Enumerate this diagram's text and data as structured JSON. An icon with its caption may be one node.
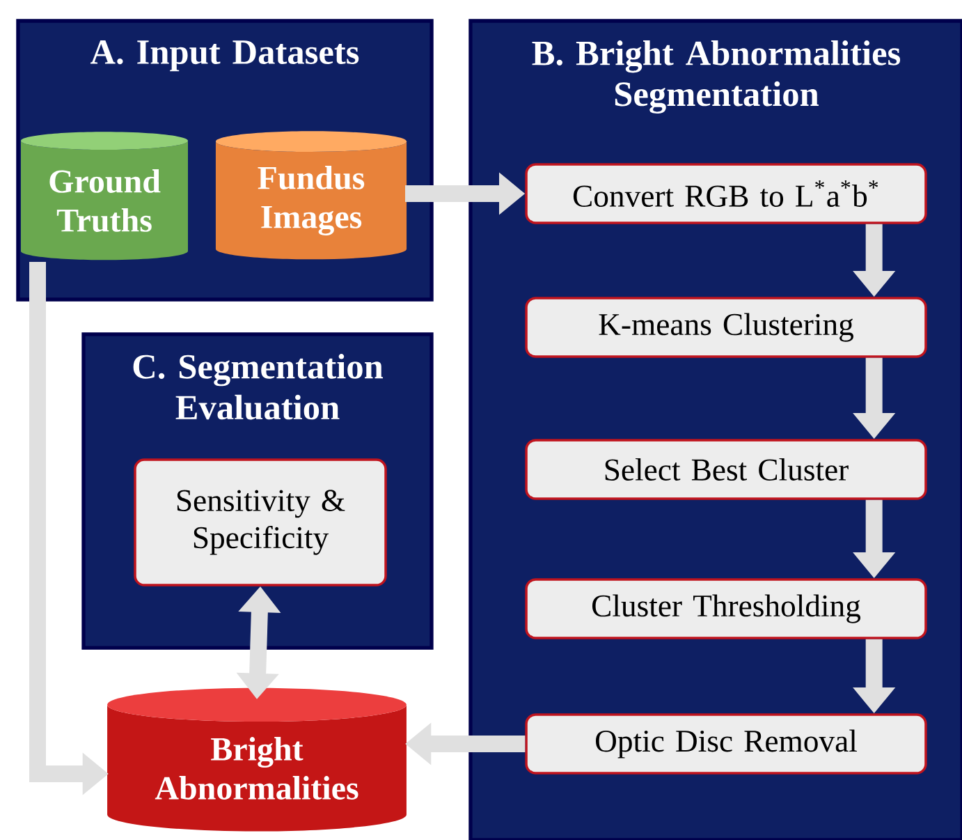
{
  "diagram": {
    "nodes": [
      {
        "text": [
          "A. Input Datasets"
        ]
      },
      {
        "text": [
          "Ground Truths"
        ],
        "in": 0
      },
      {
        "text": [
          "Fundus Images"
        ],
        "in": 0
      },
      {
        "text": [
          "B. Bright Abnormalities Segmentation"
        ]
      },
      {
        "text": [
          "Convert RGB to L$^{*}$a$^{*}$b$^{*}$"
        ],
        "in": 3
      },
      {
        "text": [
          "K-means Clustering"
        ],
        "in": 3
      },
      {
        "text": [
          "Select Best Cluster"
        ],
        "in": 3
      },
      {
        "text": [
          "Cluster Thresholding"
        ],
        "in": 3
      },
      {
        "text": [
          "Optic Disc Removal"
        ],
        "in": 3
      },
      {
        "text": [
          "C. Segmentation Evaluation"
        ]
      },
      {
        "text": [
          "Sensitivity & Specificity"
        ],
        "in": 9
      },
      {
        "text": [
          "Bright Abnormalities"
        ]
      }
    ],
    "edges": [
      {
        "from": 2,
        "to": 4,
        "arrow": "to"
      },
      {
        "from": 4,
        "to": 5,
        "arrow": "to"
      },
      {
        "from": 5,
        "to": 6,
        "arrow": "to"
      },
      {
        "from": 6,
        "to": 7,
        "arrow": "to"
      },
      {
        "from": 7,
        "to": 8,
        "arrow": "to"
      },
      {
        "from": 8,
        "to": 11,
        "arrow": "to"
      },
      {
        "from": 10,
        "to": 11,
        "arrow": "both"
      },
      {
        "from": 1,
        "to": 11,
        "arrow": "to"
      }
    ]
  }
}
